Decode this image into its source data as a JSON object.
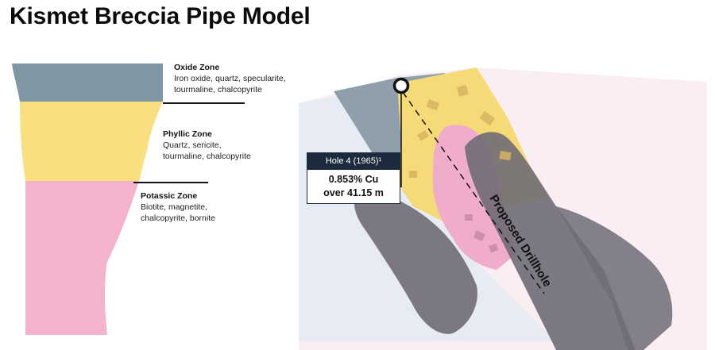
{
  "title": "Kismet Breccia Pipe Model",
  "zones": [
    {
      "name": "Oxide Zone",
      "lines": [
        "Iron oxide, quartz, specularite,",
        "tourmaline, chalcopyrite"
      ],
      "color": "#7e97a3"
    },
    {
      "name": "Phyllic Zone",
      "lines": [
        "Quartz, sericite,",
        "tourmaline, chalcopyrite"
      ],
      "color": "#f9df7e"
    },
    {
      "name": "Potassic Zone",
      "lines": [
        "Biotite, magnetite,",
        "chalcopyrite, bornite"
      ],
      "color": "#f4b3cd"
    }
  ],
  "hole": {
    "label": "Hole 4 (1965)¹",
    "grade": "0.853% Cu",
    "interval": "over 41.15 m"
  },
  "drillhole_label": "Proposed Drillhole",
  "colors": {
    "oxide": "#7e97a3",
    "phyllic": "#f9df7e",
    "potassic": "#f4b3cd",
    "dark_body": "#6f6c75",
    "box_header": "#1b2a3d",
    "background_pink": "#fbeef3",
    "background_blue": "#e7ebf3"
  }
}
